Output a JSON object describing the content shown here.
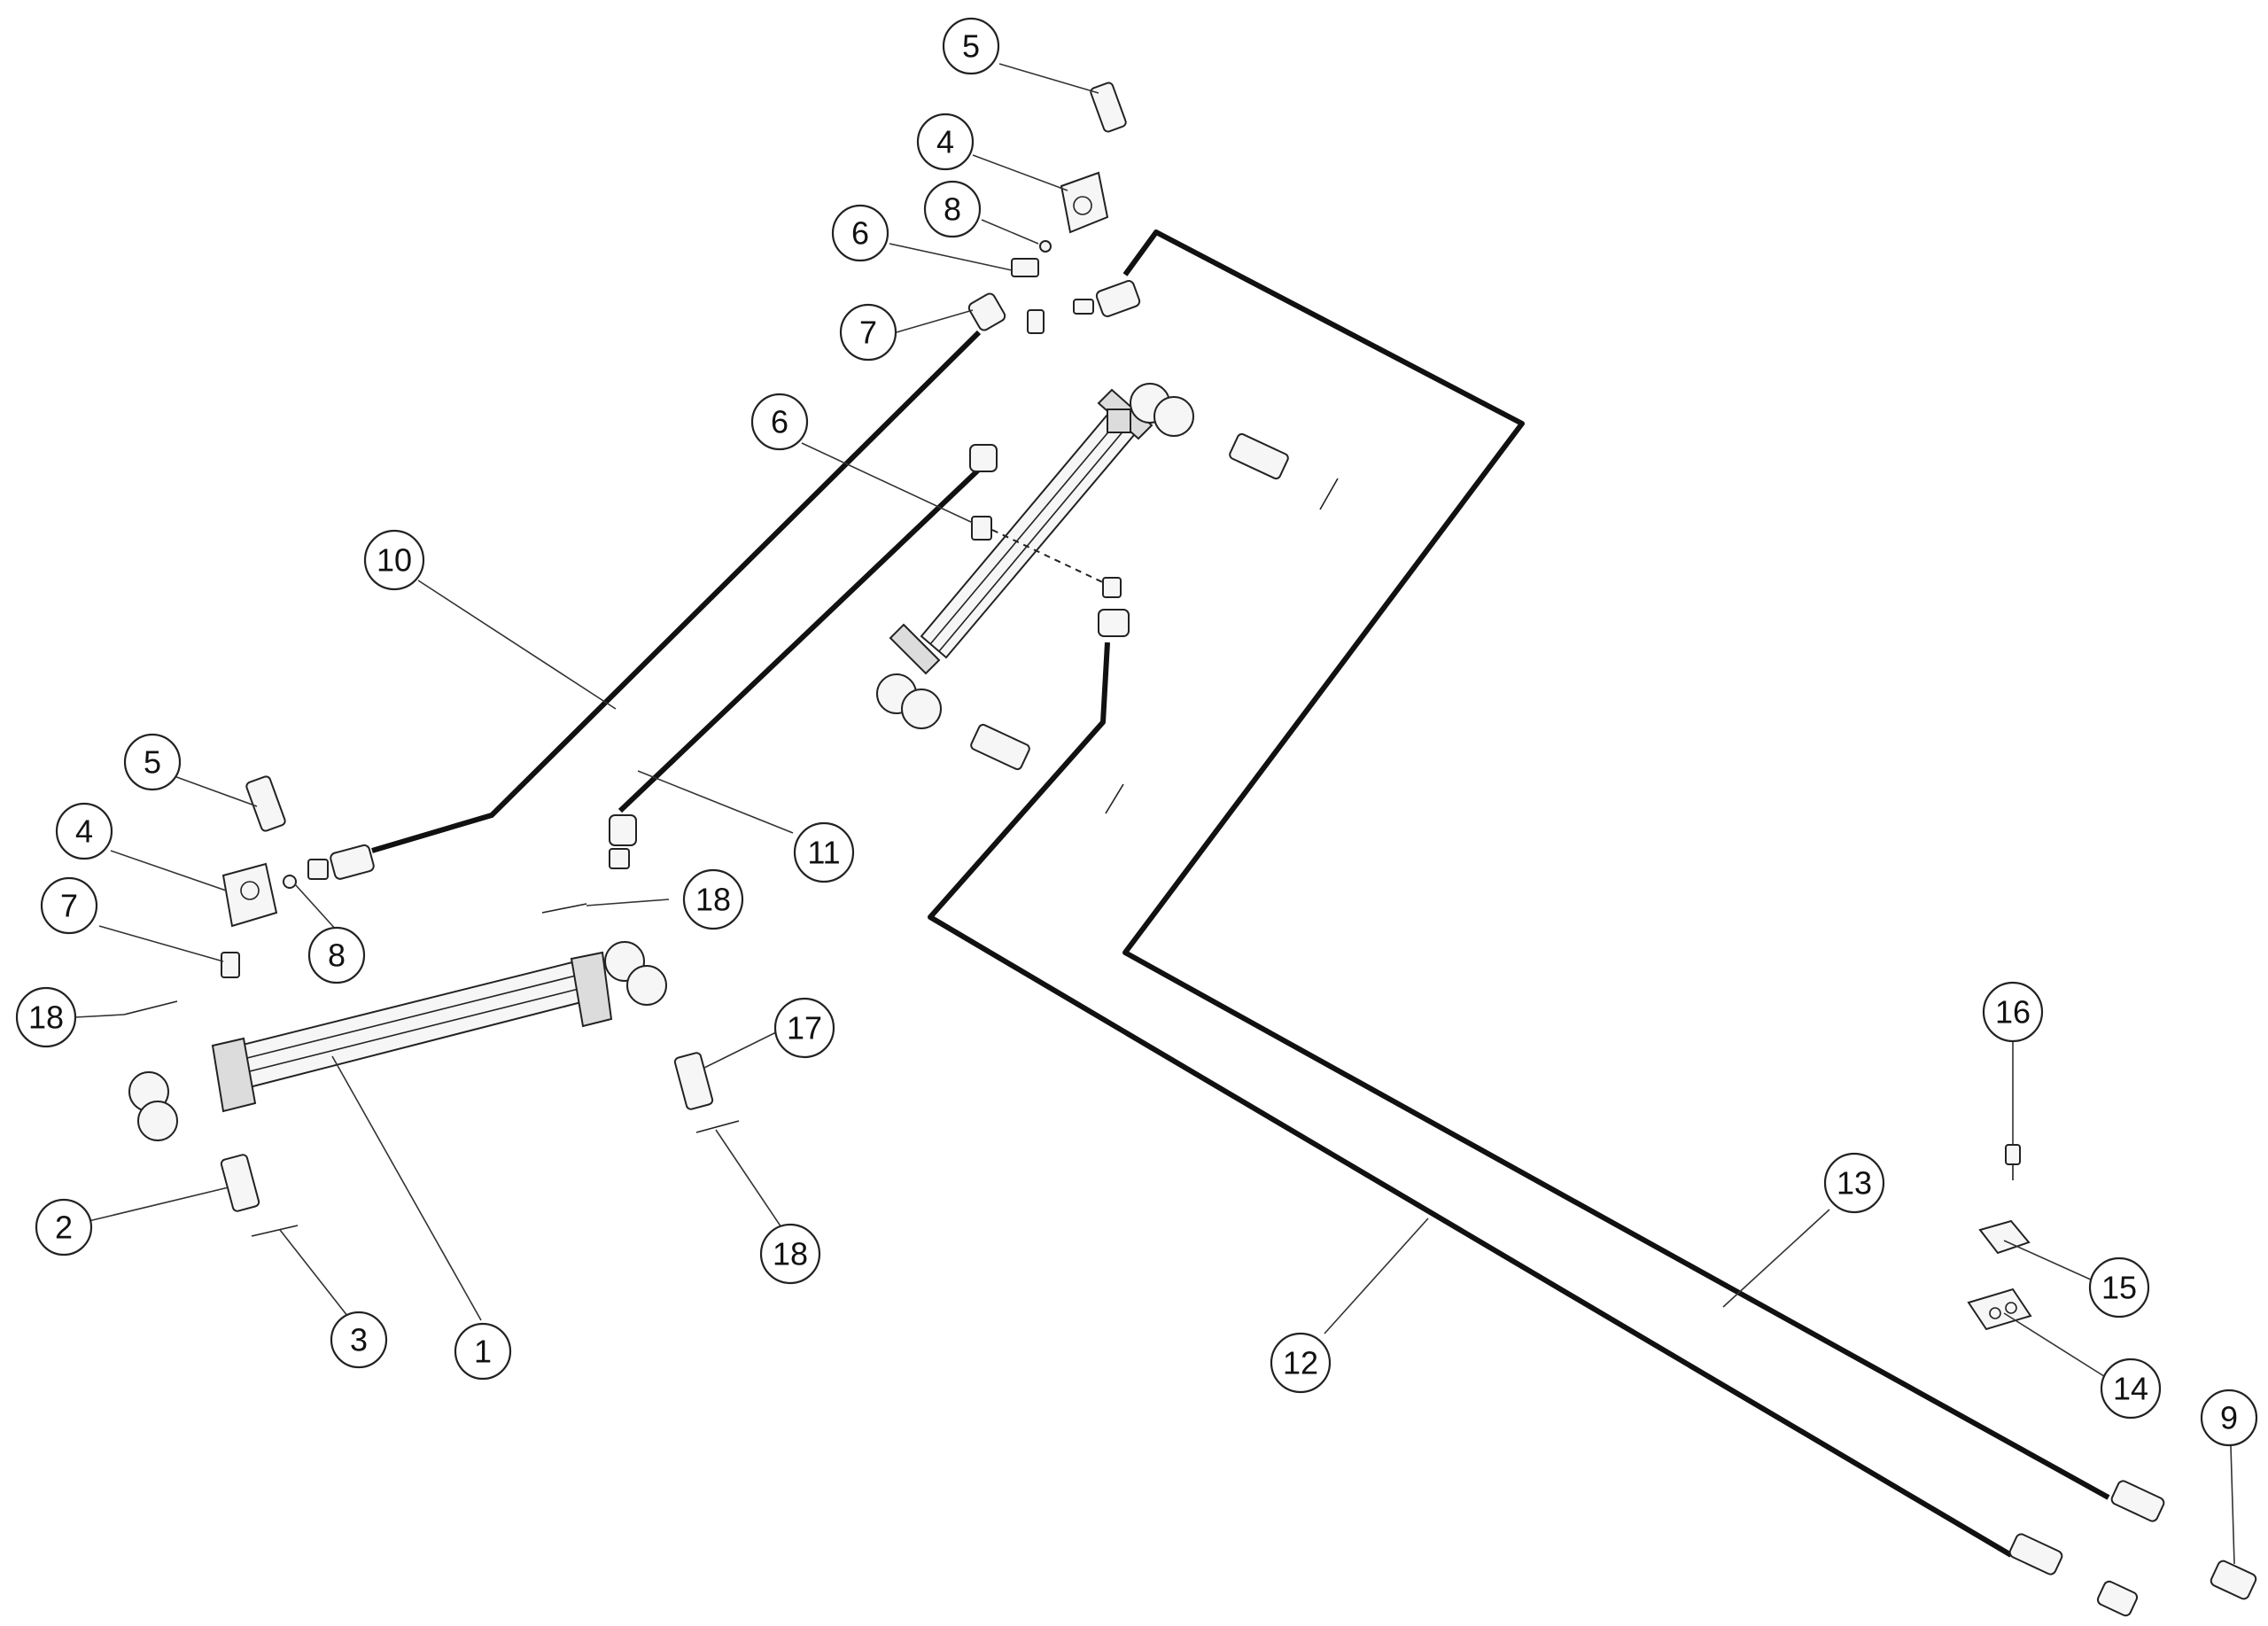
{
  "callouts": [
    {
      "label": "5"
    },
    {
      "label": "4"
    },
    {
      "label": "8"
    },
    {
      "label": "6"
    },
    {
      "label": "7"
    },
    {
      "label": "6"
    },
    {
      "label": "10"
    },
    {
      "label": "11"
    },
    {
      "label": "5"
    },
    {
      "label": "4"
    },
    {
      "label": "7"
    },
    {
      "label": "8"
    },
    {
      "label": "18"
    },
    {
      "label": "18"
    },
    {
      "label": "17"
    },
    {
      "label": "18"
    },
    {
      "label": "2"
    },
    {
      "label": "3"
    },
    {
      "label": "1"
    },
    {
      "label": "12"
    },
    {
      "label": "13"
    },
    {
      "label": "16"
    },
    {
      "label": "15"
    },
    {
      "label": "14"
    },
    {
      "label": "9"
    }
  ]
}
